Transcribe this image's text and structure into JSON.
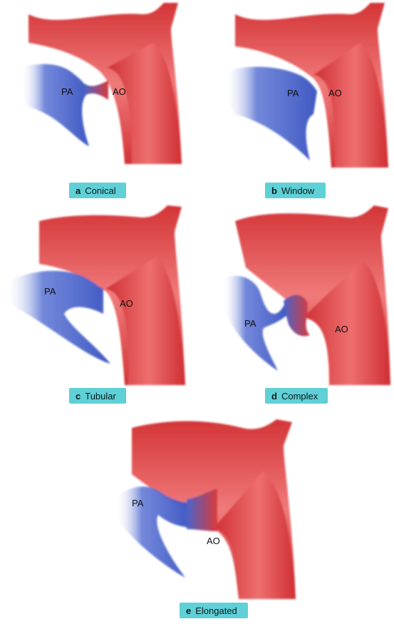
{
  "colors": {
    "aorta": "#d93a3a",
    "aorta_highlight": "#f08484",
    "pulmonary": "#4a63c9",
    "caption_bg": "#5fd0d6"
  },
  "panels": [
    {
      "letter": "a",
      "caption": "Conical",
      "pa_label": "PA",
      "ao_label": "AO"
    },
    {
      "letter": "b",
      "caption": "Window",
      "pa_label": "PA",
      "ao_label": "AO"
    },
    {
      "letter": "c",
      "caption": "Tubular",
      "pa_label": "PA",
      "ao_label": "AO"
    },
    {
      "letter": "d",
      "caption": "Complex",
      "pa_label": "PA",
      "ao_label": "AO"
    },
    {
      "letter": "e",
      "caption": "Elongated",
      "pa_label": "PA",
      "ao_label": "AO"
    }
  ]
}
